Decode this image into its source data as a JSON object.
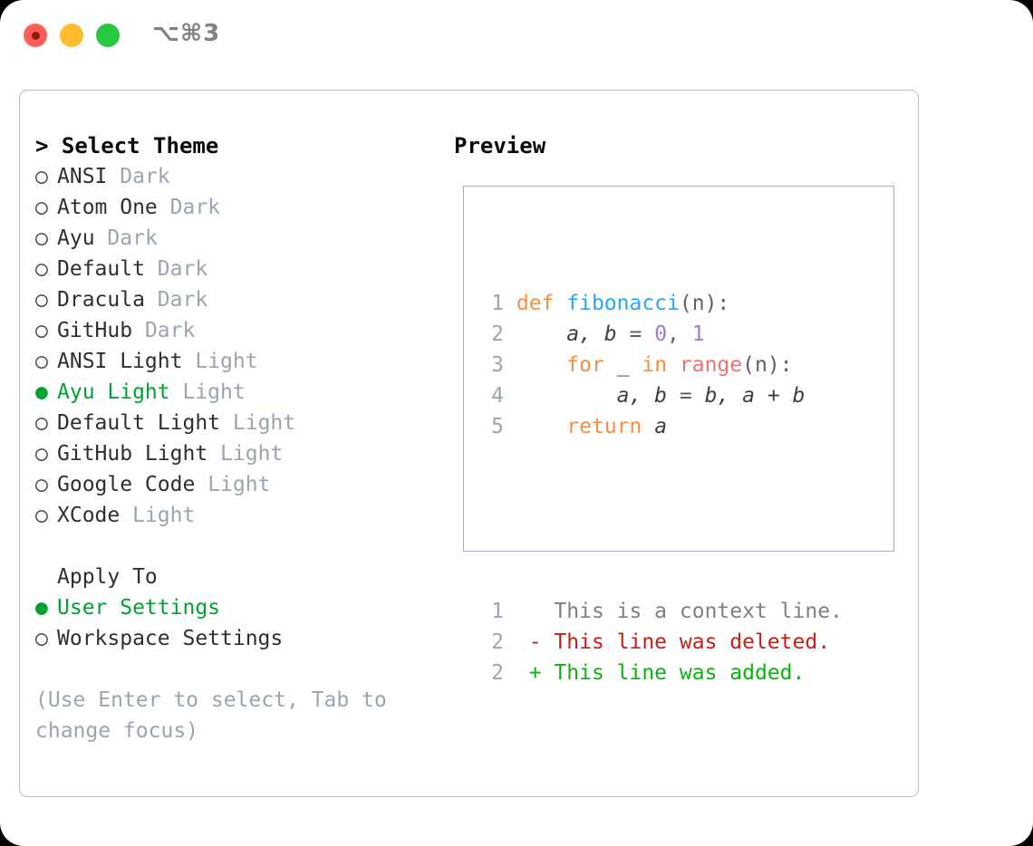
{
  "titlebar": {
    "shortcut": "⌥⌘3",
    "controls": [
      "close",
      "minimize",
      "maximize"
    ]
  },
  "left": {
    "title": "> Select Theme",
    "themes": [
      {
        "marker": "○",
        "name": "ANSI",
        "variant": "Dark",
        "selected": false
      },
      {
        "marker": "○",
        "name": "Atom One",
        "variant": "Dark",
        "selected": false
      },
      {
        "marker": "○",
        "name": "Ayu",
        "variant": "Dark",
        "selected": false
      },
      {
        "marker": "○",
        "name": "Default",
        "variant": "Dark",
        "selected": false
      },
      {
        "marker": "○",
        "name": "Dracula",
        "variant": "Dark",
        "selected": false
      },
      {
        "marker": "○",
        "name": "GitHub",
        "variant": "Dark",
        "selected": false
      },
      {
        "marker": "○",
        "name": "ANSI Light",
        "variant": "Light",
        "selected": false
      },
      {
        "marker": "●",
        "name": "Ayu Light",
        "variant": "Light",
        "selected": true
      },
      {
        "marker": "○",
        "name": "Default Light",
        "variant": "Light",
        "selected": false
      },
      {
        "marker": "○",
        "name": "GitHub Light",
        "variant": "Light",
        "selected": false
      },
      {
        "marker": "○",
        "name": "Google Code",
        "variant": "Light",
        "selected": false
      },
      {
        "marker": "○",
        "name": "XCode",
        "variant": "Light",
        "selected": false
      }
    ],
    "apply_to_heading": "Apply To",
    "apply_to": [
      {
        "marker": "●",
        "name": "User Settings",
        "selected": true
      },
      {
        "marker": "○",
        "name": "Workspace Settings",
        "selected": false
      }
    ],
    "hint": "(Use Enter to select, Tab to change focus)"
  },
  "right": {
    "title": "Preview",
    "code_lines": [
      {
        "n": "1",
        "tokens": [
          {
            "t": "def ",
            "c": "kw"
          },
          {
            "t": "fibonacci",
            "c": "fn"
          },
          {
            "t": "(n):",
            "c": "punct"
          }
        ]
      },
      {
        "n": "2",
        "tokens": [
          {
            "t": "    a, b ",
            "c": "plain"
          },
          {
            "t": "= ",
            "c": "punct"
          },
          {
            "t": "0",
            "c": "num"
          },
          {
            "t": ", ",
            "c": "punct"
          },
          {
            "t": "1",
            "c": "num"
          }
        ]
      },
      {
        "n": "3",
        "tokens": [
          {
            "t": "    ",
            "c": "plain"
          },
          {
            "t": "for ",
            "c": "kw"
          },
          {
            "t": "_ ",
            "c": "plain"
          },
          {
            "t": "in ",
            "c": "kw"
          },
          {
            "t": "range",
            "c": "builtin"
          },
          {
            "t": "(n):",
            "c": "punct"
          }
        ]
      },
      {
        "n": "4",
        "tokens": [
          {
            "t": "        a, b ",
            "c": "plain"
          },
          {
            "t": "= ",
            "c": "punct"
          },
          {
            "t": "b, a + b",
            "c": "plain"
          }
        ]
      },
      {
        "n": "5",
        "tokens": [
          {
            "t": "    ",
            "c": "plain"
          },
          {
            "t": "return ",
            "c": "kw"
          },
          {
            "t": "a",
            "c": "plain"
          }
        ]
      }
    ],
    "diff_lines": [
      {
        "n": "1",
        "sign": "  ",
        "text": "This is a context line.",
        "kind": "ctx"
      },
      {
        "n": "2",
        "sign": "- ",
        "text": "This line was deleted.",
        "kind": "del"
      },
      {
        "n": "2",
        "sign": "+ ",
        "text": "This line was added.",
        "kind": "add"
      }
    ]
  },
  "colors": {
    "accent_green": "#00a332",
    "muted": "#9aa4b2",
    "keyword": "#fa8d3e",
    "function": "#2ba6f7",
    "number": "#a37acc",
    "builtin": "#f07171",
    "deleted": "#c4201a",
    "added": "#10b010"
  }
}
